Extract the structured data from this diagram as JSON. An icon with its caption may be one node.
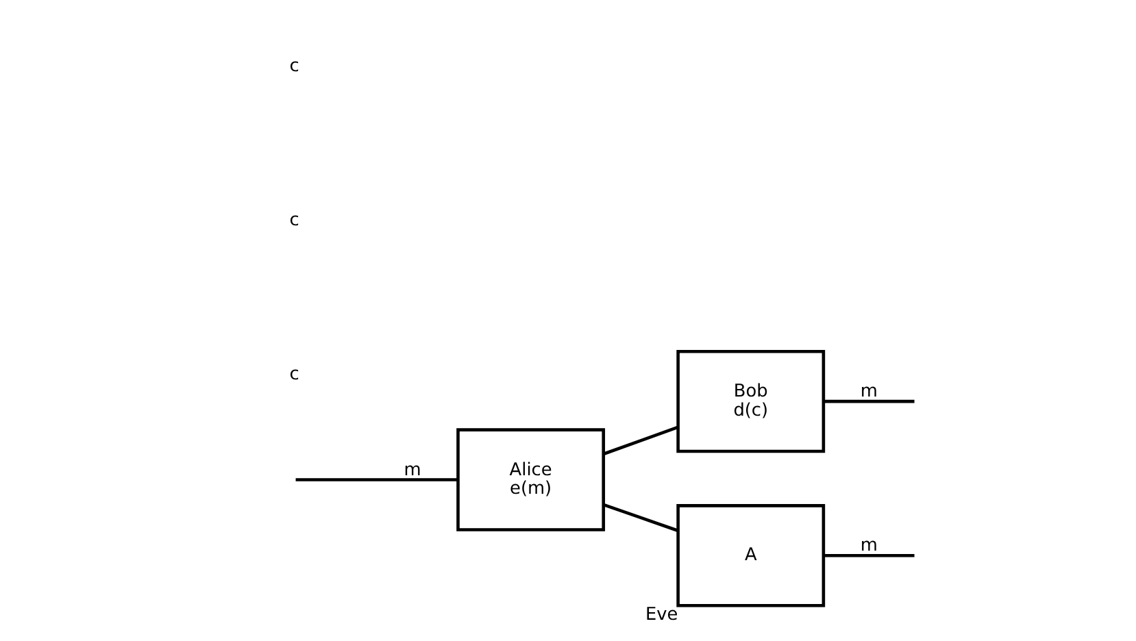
{
  "diagram": {
    "nodes": [
      {
        "text": [
          "Alice",
          "e(m)"
        ]
      },
      {
        "text": [
          "Bob",
          "d(c)"
        ]
      },
      {
        "text": [
          "A"
        ],
        "beside": [
          "Eve"
        ]
      }
    ],
    "edges": [
      {
        "from": null,
        "to": 0,
        "arrow": "none",
        "label": "m"
      },
      {
        "from": 0,
        "to": 1,
        "arrow": "none"
      },
      {
        "from": 0,
        "to": 2,
        "arrow": "none"
      },
      {
        "from": 1,
        "to": null,
        "arrow": "none",
        "label": "m"
      },
      {
        "from": 2,
        "to": null,
        "arrow": "none",
        "label": "m"
      }
    ],
    "labels": [
      "c",
      "c",
      "c"
    ]
  }
}
